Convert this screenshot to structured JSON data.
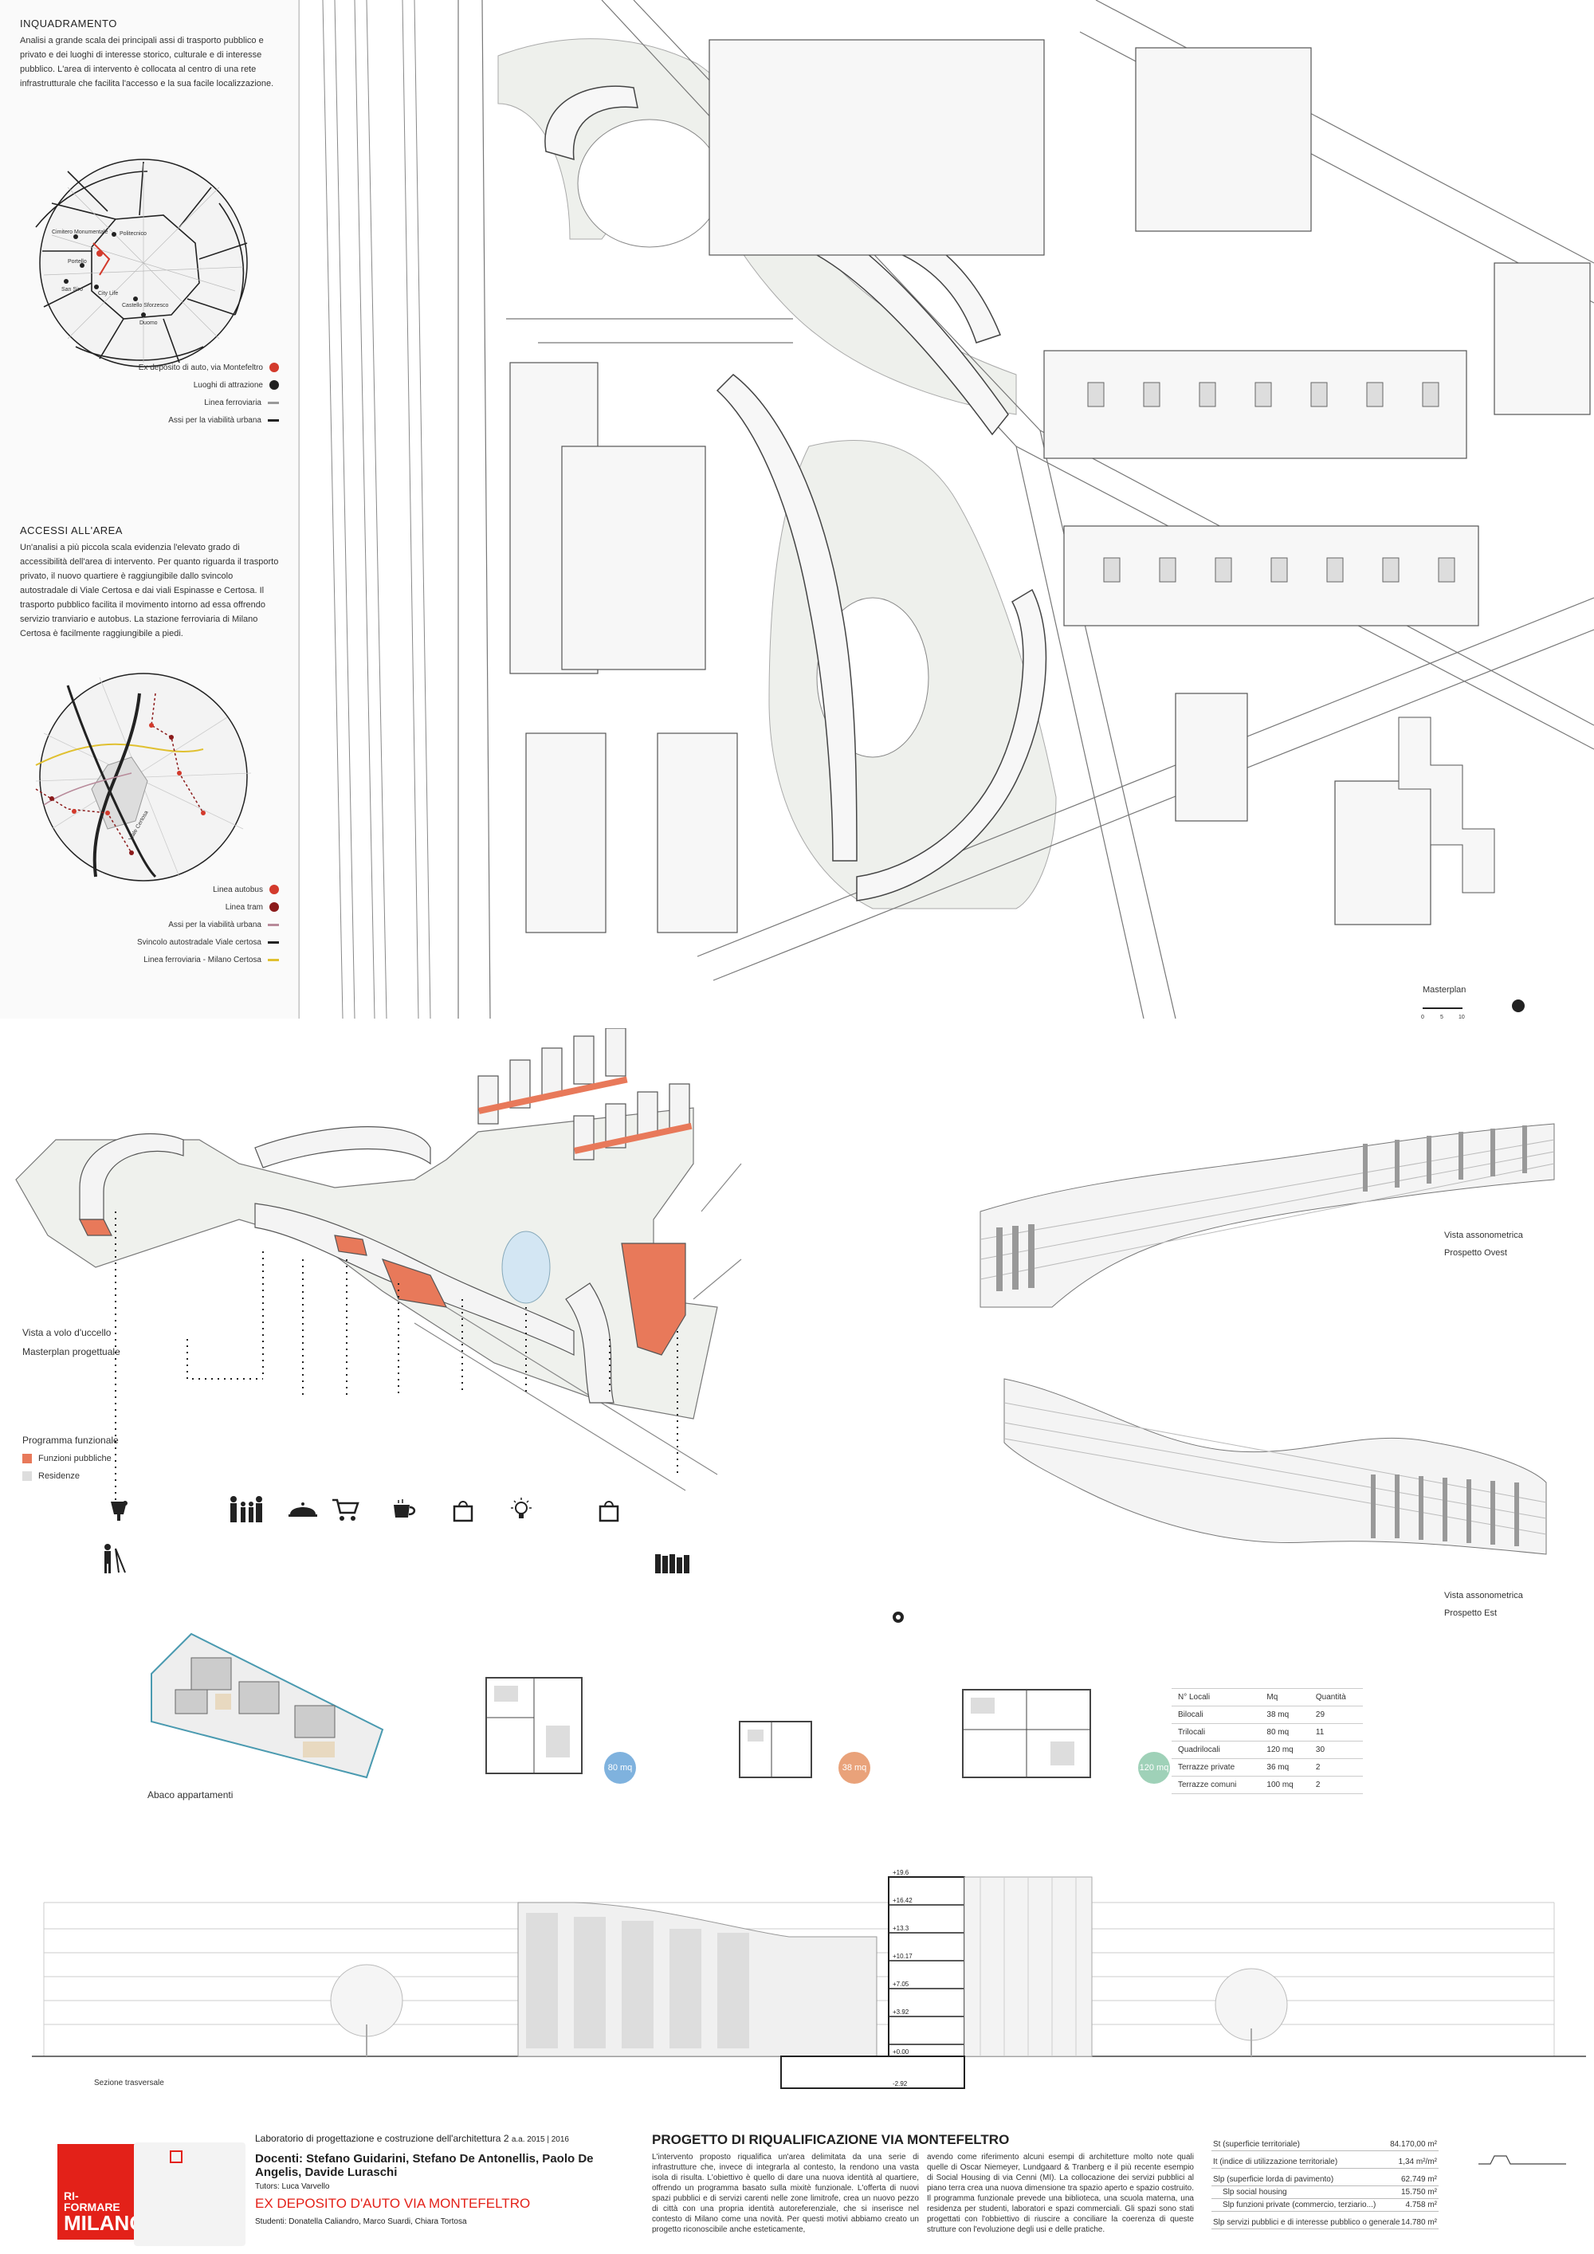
{
  "inquadramento": {
    "title": "INQUADRAMENTO",
    "text": "Analisi a grande scala dei principali assi di trasporto pubblico e privato e dei luoghi di interesse storico, culturale e di interesse pubblico. L'area di intervento è collocata al centro di una rete infrastrutturale che facilita l'accesso e la sua facile localizzazione.",
    "map_labels": [
      "Cimitero Monumentale",
      "Politecnico",
      "Portello",
      "San Siro",
      "City Life",
      "Castello Sforzesco",
      "Duomo"
    ],
    "legend": [
      {
        "label": "Ex deposito di auto, via Montefeltro",
        "symbol": "dot",
        "color": "#d33a2c"
      },
      {
        "label": "Luoghi di attrazione",
        "symbol": "dot",
        "color": "#222222"
      },
      {
        "label": "Linea ferroviaria",
        "symbol": "line",
        "color": "#999999"
      },
      {
        "label": "Assi per la viabilità urbana",
        "symbol": "line",
        "color": "#222222"
      }
    ]
  },
  "accessi": {
    "title": "ACCESSI ALL'AREA",
    "text": "Un'analisi a più piccola scala evidenzia l'elevato grado di accessibilità dell'area di intervento. Per quanto riguarda il trasporto privato, il nuovo quartiere è raggiungibile dallo svincolo autostradale di Viale Certosa e dai viali Espinasse e Certosa. Il trasporto pubblico facilita il movimento intorno ad essa offrendo servizio tranviario e autobus. La stazione ferroviaria di Milano Certosa è facilmente raggiungibile a piedi.",
    "map_labels": [
      "Viale Certosa"
    ],
    "legend": [
      {
        "label": "Linea autobus",
        "symbol": "dot",
        "color": "#d33a2c"
      },
      {
        "label": "Linea tram",
        "symbol": "dot",
        "color": "#8b1a1a"
      },
      {
        "label": "Assi per la viabilità urbana",
        "symbol": "line",
        "color": "#b88a9a"
      },
      {
        "label": "Svincolo autostradale Viale certosa",
        "symbol": "line",
        "color": "#222222"
      },
      {
        "label": "Linea ferroviaria - Milano Certosa",
        "symbol": "line",
        "color": "#e0c030"
      }
    ]
  },
  "masterplan": {
    "label": "Masterplan",
    "scale": [
      "0",
      "5",
      "10"
    ]
  },
  "axo": {
    "vista_label": "Vista a volo d'uccello",
    "masterplan_label": "Masterplan progettuale",
    "programma_title": "Programma funzionale",
    "legend": [
      {
        "label": "Funzioni pubbliche",
        "color": "#e8795a"
      },
      {
        "label": "Residenze",
        "color": "#dddddd"
      }
    ],
    "icons": [
      "drink-icon",
      "family-icon",
      "food-icon",
      "cart-icon",
      "coffee-icon",
      "shopping-bag-icon",
      "lightbulb-icon",
      "shopping-bag-icon",
      "painter-icon",
      "books-icon"
    ]
  },
  "vista_ovest": {
    "line1": "Vista assonometrica",
    "line2": "Prospetto Ovest"
  },
  "vista_est": {
    "line1": "Vista assonometrica",
    "line2": "Prospetto Est"
  },
  "abaco": {
    "label": "Abaco appartamenti",
    "badges": [
      {
        "text": "80 mq",
        "color": "#7fb2de"
      },
      {
        "text": "38 mq",
        "color": "#e9a27a"
      },
      {
        "text": "120 mq",
        "color": "#9fd1b8"
      }
    ]
  },
  "quantita": {
    "headers": [
      "N° Locali",
      "Mq",
      "Quantità"
    ],
    "rows": [
      [
        "Bilocali",
        "38 mq",
        "29"
      ],
      [
        "Trilocali",
        "80 mq",
        "11"
      ],
      [
        "Quadrilocali",
        "120 mq",
        "30"
      ],
      [
        "Terrazze private",
        "36 mq",
        "2"
      ],
      [
        "Terrazze comuni",
        "100 mq",
        "2"
      ]
    ]
  },
  "sezione": {
    "label": "Sezione trasversale",
    "levels": [
      "+19.6",
      "+16.42",
      "+13.3",
      "+10.17",
      "+7.05",
      "+3.92",
      "+0.00",
      "-2.92"
    ]
  },
  "footer": {
    "logo": [
      "RI-",
      "FORMARE",
      "MILANO"
    ],
    "course": "Laboratorio di progettazione e costruzione dell'architettura 2",
    "year": "a.a. 2015 | 2016",
    "docenti": "Docenti: Stefano Guidarini, Stefano De Antonellis, Paolo De Angelis, Davide Luraschi",
    "tutors": "Tutors: Luca Varvello",
    "project_title": "EX DEPOSITO D'AUTO VIA MONTEFELTRO",
    "studenti": "Studenti: Donatella Caliandro, Marco Suardi, Chiara Tortosa",
    "heading": "PROGETTO DI RIQUALIFICAZIONE VIA MONTEFELTRO",
    "col1": "L'intervento proposto riqualifica un'area delimitata da una serie di infrastrutture che, invece di integrarla al contesto, la rendono una vasta isola di risulta. L'obiettivo è quello di dare una nuova identità al quartiere, offrendo un programma basato sulla mixitè funzionale. L'offerta di nuovi spazi pubblici e di servizi carenti nelle zone limitrofe, crea un nuovo pezzo di città con una propria identità autoreferenziale, che si inserisce nel contesto di Milano come una novità. Per questi motivi abbiamo creato un progetto riconoscibile anche esteticamente,",
    "col2": "avendo come riferimento alcuni esempi di architetture molto note quali quelle di Oscar Niemeyer, Lundgaard & Tranberg e il più recente esempio di Social Housing di via Cenni (MI). La collocazione dei servizi pubblici al piano terra crea una nuova dimensione tra spazio aperto e spazio costruito. Il programma funzionale prevede una biblioteca, una scuola materna, una residenza per studenti, laboratori e spazi commerciali. Gli spazi sono stati progettati con l'obbiettivo di riuscire a conciliare la coerenza di queste strutture con l'evoluzione degli usi e delle pratiche.",
    "stats": [
      {
        "label": "St (superficie territoriale)",
        "value": "84.170,00 m²",
        "indent": false
      },
      {
        "label": "It (indice di utilizzazione territoriale)",
        "value": "1,34 m²/m²",
        "indent": false
      },
      {
        "label": "Slp (superficie lorda di pavimento)",
        "value": "62.749 m²",
        "indent": false
      },
      {
        "label": "Slp social housing",
        "value": "15.750 m²",
        "indent": true
      },
      {
        "label": "Slp funzioni private (commercio, terziario...)",
        "value": "4.758 m²",
        "indent": true
      },
      {
        "label": "Slp servizi pubblici e di interesse pubblico o generale",
        "value": "14.780 m²",
        "indent": false
      }
    ]
  }
}
